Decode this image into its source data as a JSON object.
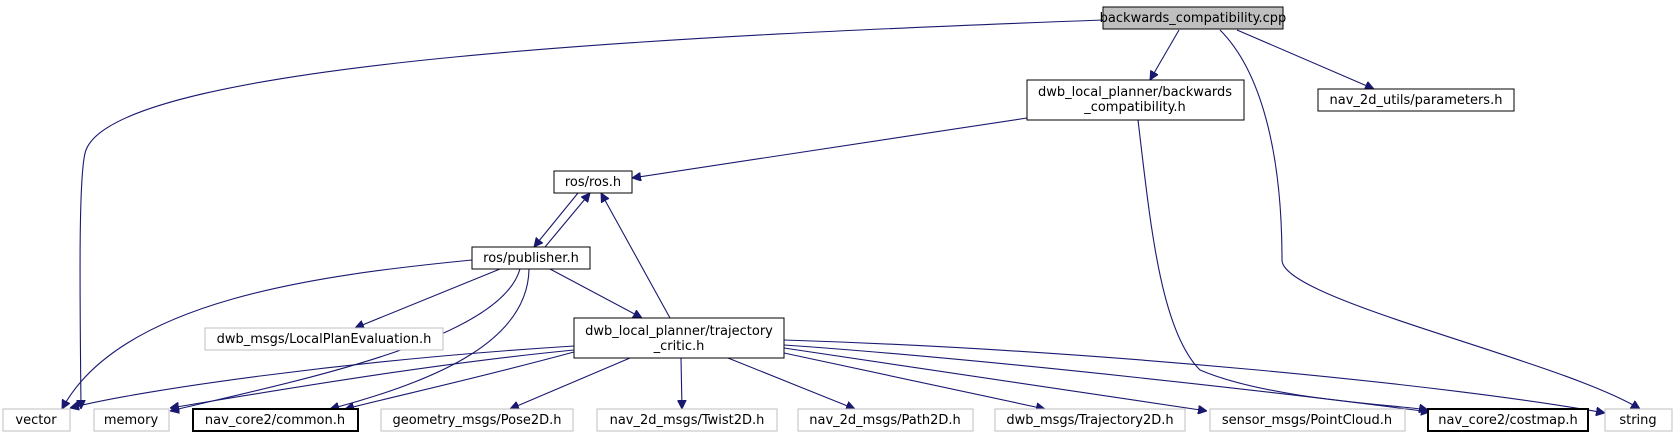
{
  "diagram": {
    "nodes": {
      "root": {
        "label": "backwards_compatibility.cpp",
        "style": "root"
      },
      "dwb_bc": {
        "lines": [
          "dwb_local_planner/backwards",
          "_compatibility.h"
        ],
        "style": "normal"
      },
      "params": {
        "label": "nav_2d_utils/parameters.h",
        "style": "normal"
      },
      "ros": {
        "label": "ros/ros.h",
        "style": "normal"
      },
      "publisher": {
        "label": "ros/publisher.h",
        "style": "normal"
      },
      "localplan": {
        "label": "dwb_msgs/LocalPlanEvaluation.h",
        "style": "gray"
      },
      "critic": {
        "lines": [
          "dwb_local_planner/trajectory",
          "_critic.h"
        ],
        "style": "normal"
      },
      "vector": {
        "label": "vector",
        "style": "gray"
      },
      "memory": {
        "label": "memory",
        "style": "gray"
      },
      "common": {
        "label": "nav_core2/common.h",
        "style": "bold"
      },
      "pose2d": {
        "label": "geometry_msgs/Pose2D.h",
        "style": "gray"
      },
      "twist2d": {
        "label": "nav_2d_msgs/Twist2D.h",
        "style": "gray"
      },
      "path2d": {
        "label": "nav_2d_msgs/Path2D.h",
        "style": "gray"
      },
      "traj2d": {
        "label": "dwb_msgs/Trajectory2D.h",
        "style": "gray"
      },
      "pointcloud": {
        "label": "sensor_msgs/PointCloud.h",
        "style": "gray"
      },
      "costmap": {
        "label": "nav_core2/costmap.h",
        "style": "bold"
      },
      "string": {
        "label": "string",
        "style": "gray"
      }
    },
    "edges": [
      [
        "root",
        "dwb_bc"
      ],
      [
        "root",
        "params"
      ],
      [
        "root",
        "vector"
      ],
      [
        "root",
        "string"
      ],
      [
        "dwb_bc",
        "ros"
      ],
      [
        "dwb_bc",
        "costmap"
      ],
      [
        "ros",
        "publisher"
      ],
      [
        "publisher",
        "ros"
      ],
      [
        "publisher",
        "localplan"
      ],
      [
        "publisher",
        "critic"
      ],
      [
        "publisher",
        "vector"
      ],
      [
        "publisher",
        "memory"
      ],
      [
        "publisher",
        "common"
      ],
      [
        "critic",
        "ros"
      ],
      [
        "critic",
        "vector"
      ],
      [
        "critic",
        "memory"
      ],
      [
        "critic",
        "common"
      ],
      [
        "critic",
        "pose2d"
      ],
      [
        "critic",
        "twist2d"
      ],
      [
        "critic",
        "path2d"
      ],
      [
        "critic",
        "traj2d"
      ],
      [
        "critic",
        "pointcloud"
      ],
      [
        "critic",
        "costmap"
      ],
      [
        "critic",
        "string"
      ]
    ],
    "colors": {
      "edge": "#191970",
      "root_fill": "#bfbfbf",
      "gray_border": "#bfbfbf",
      "normal_border": "#000000"
    }
  }
}
